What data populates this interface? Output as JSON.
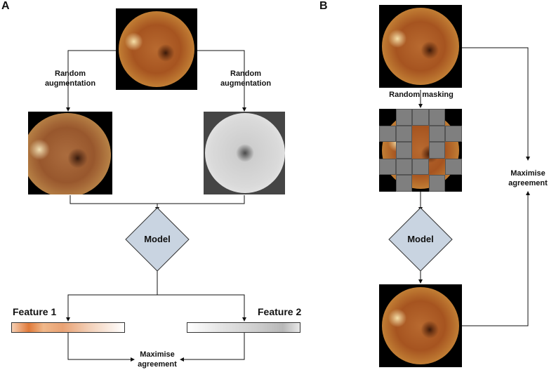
{
  "panels": {
    "a_label": "A",
    "b_label": "B"
  },
  "panel_a": {
    "aug_left": "Random augmentation",
    "aug_right": "Random augmentation",
    "model": "Model",
    "feature1": "Feature 1",
    "feature2": "Feature 2",
    "maximise": "Maximise agreement"
  },
  "panel_b": {
    "masking": "Random masking",
    "model": "Model",
    "maximise": "Maximise agreement"
  },
  "colors": {
    "diamond_fill": "#c9d4e1",
    "mask_gray": "#7f7f7f",
    "feature1_accent": "#e07a3a",
    "feature2_accent": "#b8b8b8"
  },
  "mask_grid": {
    "rows": 5,
    "cols": 5,
    "masked": [
      [
        false,
        true,
        true,
        true,
        false
      ],
      [
        true,
        true,
        false,
        true,
        true
      ],
      [
        false,
        true,
        false,
        true,
        false
      ],
      [
        true,
        true,
        true,
        false,
        true
      ],
      [
        false,
        true,
        false,
        true,
        false
      ]
    ]
  }
}
